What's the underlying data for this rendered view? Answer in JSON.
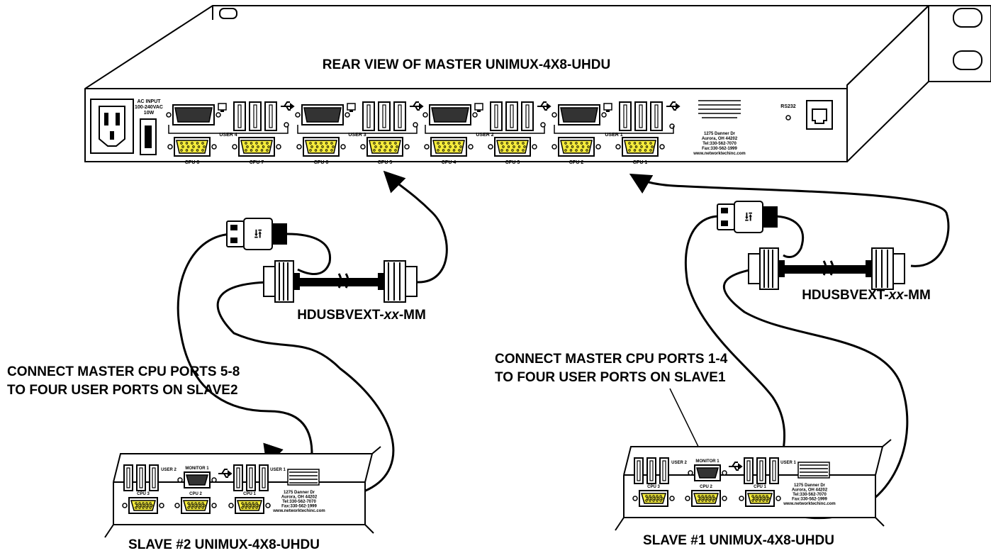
{
  "master": {
    "title": "REAR VIEW OF MASTER UNIMUX-4X8-UHDU",
    "ac_input": [
      "AC INPUT",
      "100-240VAC",
      "10W"
    ],
    "rs232": "RS232",
    "users": [
      "USER 4",
      "USER 3",
      "USER 2",
      "USER 1"
    ],
    "cpus": [
      "CPU 8",
      "CPU 7",
      "CPU 6",
      "CPU 5",
      "CPU 4",
      "CPU 3",
      "CPU 2",
      "CPU 1"
    ],
    "address": [
      "1275 Danner Dr",
      "Aurora, OH 44202",
      "Tel:330-562-7070",
      "Fax:330-562-1999",
      "www.networktechinc.com"
    ]
  },
  "cable_left": {
    "prefix": "HDUSBVEXT-",
    "italic": "xx",
    "suffix": "-MM"
  },
  "cable_right": {
    "prefix": "HDUSBVEXT-",
    "italic": "xx",
    "suffix": "-MM"
  },
  "note_left": [
    "CONNECT MASTER CPU PORTS 5-8",
    "TO FOUR USER PORTS ON SLAVE2"
  ],
  "note_right": [
    "CONNECT MASTER CPU PORTS 1-4",
    "TO FOUR USER PORTS ON SLAVE1"
  ],
  "slave2": {
    "title": "SLAVE #2 UNIMUX-4X8-UHDU",
    "user2": "USER 2",
    "monitor": "MONITOR 1",
    "user1": "USER 1",
    "cpus": [
      "CPU 3",
      "CPU 2",
      "CPU 1"
    ],
    "address": [
      "1275 Danner Dr",
      "Aurora, OH 44202",
      "Tel:330-562-7070",
      "Fax:330-562-1999",
      "www.networktechinc.com"
    ]
  },
  "slave1": {
    "title": "SLAVE #1 UNIMUX-4X8-UHDU",
    "user2": "USER 2",
    "monitor": "MONITOR 1",
    "user1": "USER 1",
    "cpus": [
      "CPU 3",
      "CPU 2",
      "CPU 1"
    ],
    "address": [
      "1275 Danner Dr",
      "Aurora, OH 44202",
      "Tel:330-562-7070",
      "Fax:330-562-1999",
      "www.networktechinc.com"
    ]
  },
  "colors": {
    "vga_port": "#f5ec3c",
    "line": "#000000",
    "background": "#ffffff"
  }
}
